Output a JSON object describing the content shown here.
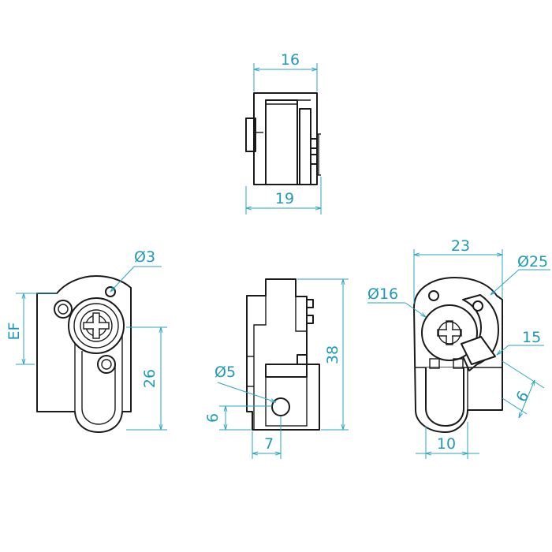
{
  "colors": {
    "outline": "#1a1a1a",
    "dimension": "#2aa6c0",
    "background": "#ffffff"
  },
  "dimensions": {
    "top_width": "16",
    "top_overall": "19",
    "left_hole": "Ø3",
    "left_ef": "EF",
    "left_height": "26",
    "mid_hole": "Ø5",
    "mid_offset": "6",
    "mid_width": "7",
    "mid_height": "38",
    "right_width": "23",
    "right_outer_dia": "Ø25",
    "right_inner_dia": "Ø16",
    "right_notch": "15",
    "right_slot": "6",
    "right_base": "10"
  }
}
